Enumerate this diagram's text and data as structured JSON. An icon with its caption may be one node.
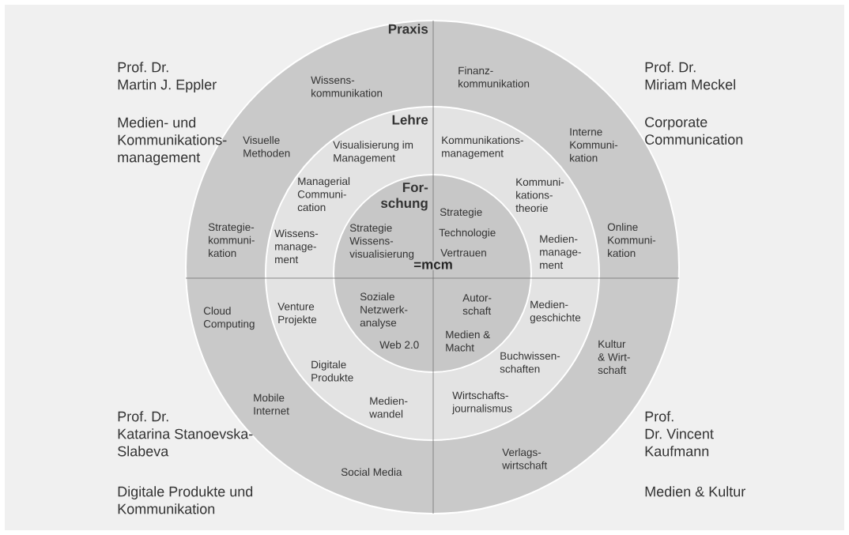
{
  "diagram": {
    "nodes": [
      {
        "text": [
          "Praxis"
        ]
      },
      {
        "text": [
          "Lehre"
        ],
        "in": 0
      },
      {
        "text": [
          "For- schung"
        ],
        "in": 1
      }
    ],
    "labels": [
      "Prof. Dr. Martin J. Eppler",
      "Medien- und Kommunikations- management",
      "Prof. Dr. Miriam Meckel",
      "Corporate Communication",
      "Wissens- kommunikation",
      "Finanz- kommunikation",
      "Visuelle Methoden",
      "Visualisierung im Management",
      "Kommunikations- management",
      "Interne Kommuni- kation",
      "Managerial Communi- cation",
      "Kommuni- kations- theorie",
      "Strategie- kommuni- kation",
      "Wissens- manage- ment",
      "Strategie Wissens- visualisierung",
      "Strategie",
      "Technologie",
      "Vertrauen",
      "Medien- manage- ment",
      "Online Kommuni- kation",
      "=mcm",
      "Cloud Computing",
      "Venture Projekte",
      "Soziale Netzwerk- analyse",
      "Web 2.0",
      "Autor- schaft",
      "Medien- geschichte",
      "Medien & Macht",
      "Buchwissen- schaften",
      "Kultur & Wirt- schaft",
      "Digitale Produkte",
      "Mobile Internet",
      "Medien- wandel",
      "Wirtschafts- journalismus",
      "Verlags- wirtschaft",
      "Social Media",
      "Prof. Dr. Katarina Stanoevska- Slabeva",
      "Digitale Produkte und Kommunikation",
      "Prof. Dr. Vincent Kaufmann",
      "Medien & Kultur"
    ]
  }
}
